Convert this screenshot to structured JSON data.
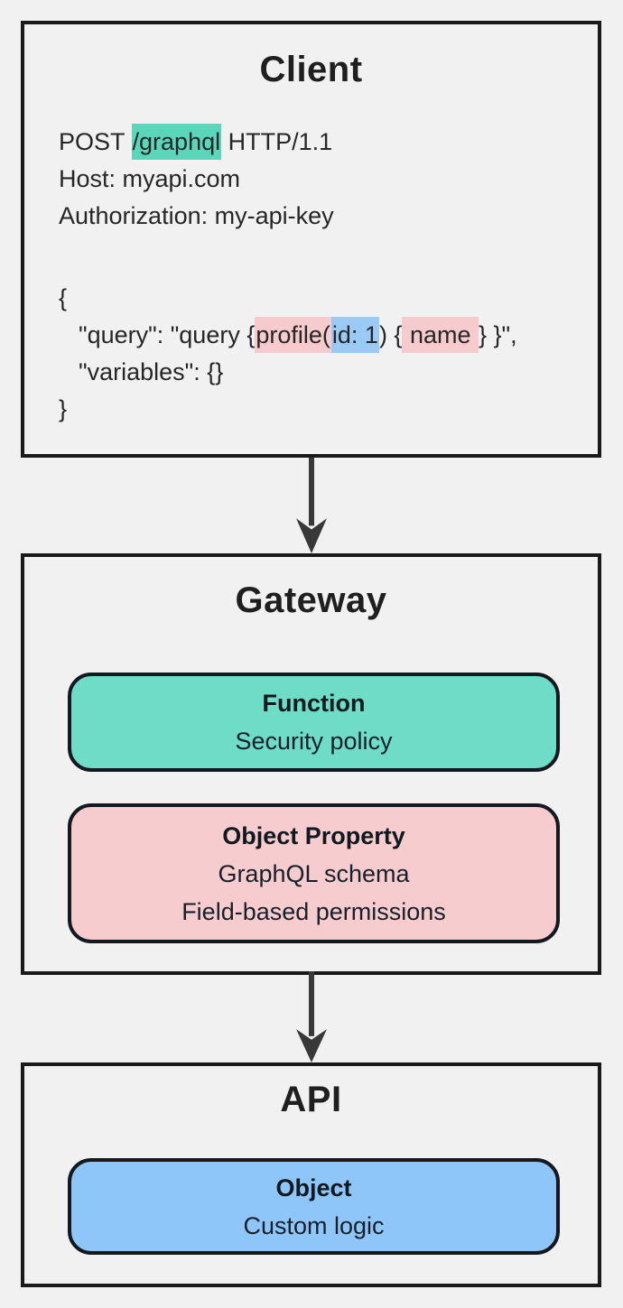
{
  "palette": {
    "background": "#f1f1f1",
    "border": "#1a1a1a",
    "text": "#262626",
    "card_border": "#14181f",
    "teal_highlight": "#5cd6ba",
    "teal_card": "#6edcc6",
    "pink_highlight": "#f6cbcd",
    "pink_card": "#f7ccce",
    "blue_highlight": "#9ccaf6",
    "blue_card": "#8fc6fa",
    "arrow": "#383838"
  },
  "client": {
    "title": "Client",
    "http_lines": [
      {
        "spans": [
          {
            "t": "POST "
          },
          {
            "t": "/graphql",
            "hl": "teal"
          },
          {
            "t": " HTTP/1.1"
          }
        ]
      },
      {
        "spans": [
          {
            "t": "Host: myapi.com"
          }
        ]
      },
      {
        "spans": [
          {
            "t": "Authorization: my-api-key"
          }
        ]
      }
    ],
    "body_lines": [
      {
        "spans": [
          {
            "t": "{"
          }
        ]
      },
      {
        "indent": true,
        "spans": [
          {
            "t": "\"query\": \"query {"
          },
          {
            "t": "profile(",
            "hl": "pink"
          },
          {
            "t": "id: 1",
            "hl": "blue"
          },
          {
            "t": ") {"
          },
          {
            "t": " name ",
            "hl": "pink"
          },
          {
            "t": "} }\","
          }
        ]
      },
      {
        "indent": true,
        "spans": [
          {
            "t": "\"variables\": {}"
          }
        ]
      },
      {
        "spans": [
          {
            "t": "}"
          }
        ]
      }
    ]
  },
  "gateway": {
    "title": "Gateway",
    "cards": [
      {
        "title": "Function",
        "lines": [
          "Security policy"
        ],
        "color": "#6edcc6"
      },
      {
        "title": "Object Property",
        "lines": [
          "GraphQL schema",
          "Field-based permissions"
        ],
        "color": "#f7ccce"
      }
    ]
  },
  "api": {
    "title": "API",
    "cards": [
      {
        "title": "Object",
        "lines": [
          "Custom logic"
        ],
        "color": "#8fc6fa"
      }
    ]
  }
}
